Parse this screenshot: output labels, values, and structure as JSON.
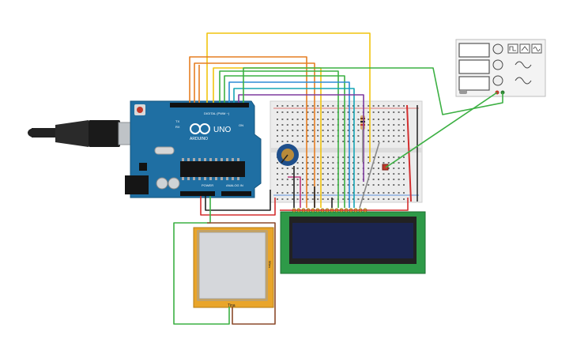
{
  "arduino": {
    "logo": "ARDUINO",
    "model": "UNO",
    "digital_label": "DIGITAL (PWM ~)",
    "power_label": "POWER",
    "analog_label": "ANALOG IN",
    "tx_label": "TX",
    "rx_label": "RX",
    "on_label": "ON"
  },
  "sensor": {
    "label": "Tina",
    "side_label": "5Bes"
  },
  "colors": {
    "board": "#1f6fa3",
    "breadboard": "#ececec",
    "lcd_frame": "#2e9a48",
    "lcd_screen": "#1b2550",
    "sensor_frame": "#e9a52a",
    "sensor_pad": "#d5d7db",
    "wire_yellow": "#f1c40f",
    "wire_orange": "#e67e22",
    "wire_green": "#3cb043",
    "wire_blue": "#2b8cd6",
    "wire_cyan": "#15a5b6",
    "wire_purple": "#7e3b9e",
    "wire_red": "#d32f2f",
    "wire_brown": "#8b4a2b",
    "wire_black": "#222222",
    "wire_gray": "#8a8a8a"
  },
  "icons": [
    "usb-cable-icon",
    "reset-button-icon",
    "potentiometer-icon",
    "resistor-icon",
    "led-icon",
    "square-wave-icon",
    "triangle-wave-icon",
    "sine-wave-icon"
  ]
}
